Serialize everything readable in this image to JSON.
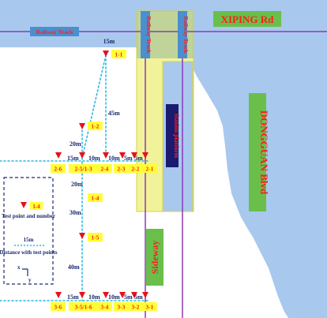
{
  "colors": {
    "water_fill": "#a9c8ee",
    "road_fill": "#ffffff",
    "platform_fill": "#f2f29a",
    "platform_border": "#d4d440",
    "track_line": "#8a3ab9",
    "track_label_fill": "#4a8fd0",
    "label_red": "#ff1c1c",
    "tag_fill": "#ffff33",
    "marker_red": "#e8101b",
    "dot_line": "#2eb7e6",
    "dim_text": "#1a2a6c",
    "station_fill": "#1a1a6e",
    "road_name_fill": "#6abf4b"
  },
  "roads": {
    "xiping": "XIPING Rd",
    "dongguan": "DONGGUAN Blvd",
    "sideway": "Sideway"
  },
  "tracks": {
    "horizontal": "Railway Track",
    "vertical_1": "Railway Track",
    "vertical_2": "Railway Track"
  },
  "station": "Station platform",
  "points": {
    "p1_1": "1-1",
    "p1_2": "1-2",
    "p1_4": "1-4",
    "p1_5": "1-5",
    "p2_6": "2-6",
    "p2_5": "2-5/1-3",
    "p2_4": "2-4",
    "p2_3": "2-3",
    "p2_2": "2-2",
    "p2_1": "2-1",
    "p3_6": "3-6",
    "p3_5": "3-5/1-6",
    "p3_4": "3-4",
    "p3_3": "3-3",
    "p3_2": "3-2",
    "p3_1": "3-1"
  },
  "distances": {
    "top_15": "15m",
    "d45": "45m",
    "d20a": "20m",
    "d20b": "20m",
    "d30": "30m",
    "d40": "40m",
    "r2_15": "15m",
    "r2_10a": "10m",
    "r2_10b": "10m",
    "r2_5a": "5m",
    "r2_5b": "5m",
    "r3_15": "15m",
    "r3_10a": "10m",
    "r3_10b": "10m",
    "r3_5a": "5m",
    "r3_5b": "5m"
  },
  "legend": {
    "sample_tag": "1-4",
    "point_label": "Test point and number",
    "distance_value": "15m",
    "distance_label": "Distance with test points",
    "axis_x": "x",
    "axis_y": "y"
  }
}
